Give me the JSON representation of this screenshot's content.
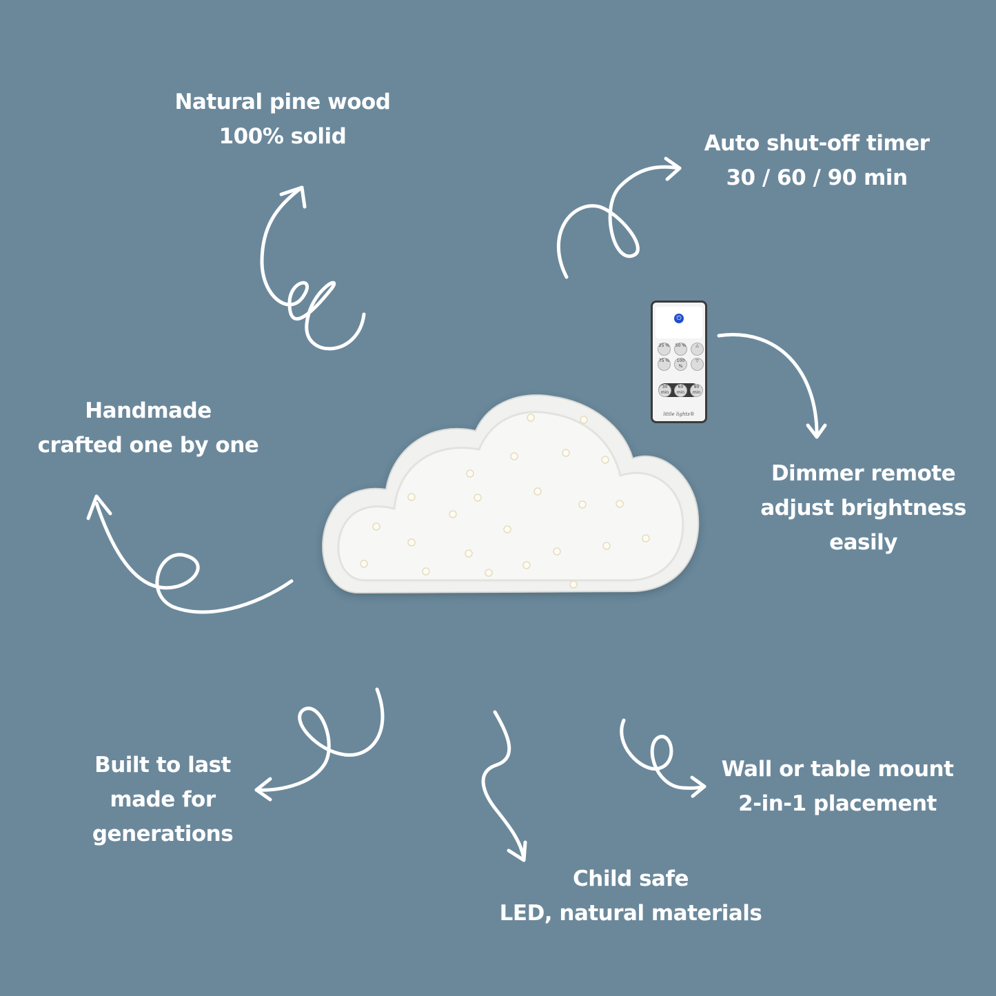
{
  "features": {
    "wood": {
      "line1": "Natural pine wood",
      "line2": "100% solid"
    },
    "timer": {
      "line1": "Auto shut-off timer",
      "line2": "30 / 60 / 90 min"
    },
    "handmade": {
      "line1": "Handmade",
      "line2": "crafted one by one"
    },
    "dimmer": {
      "line1": "Dimmer remote",
      "line2": "adjust brightness",
      "line3": "easily"
    },
    "built": {
      "line1": "Built to last",
      "line2": "made for",
      "line3": "generations"
    },
    "mount": {
      "line1": "Wall or table mount",
      "line2": "2-in-1 placement"
    },
    "safe": {
      "line1": "Child safe",
      "line2": "LED, natural materials"
    }
  },
  "remote": {
    "power_icon": "power-icon",
    "buttons": [
      "25 %",
      "50 %",
      "75 %",
      "100 %",
      "30 min",
      "60 min",
      "90 min"
    ],
    "brand": "little lights®"
  },
  "colors": {
    "background": "#6b889b",
    "text": "#ffffff",
    "cloud": "#f1f1ef",
    "power_button": "#1f4fc9"
  }
}
